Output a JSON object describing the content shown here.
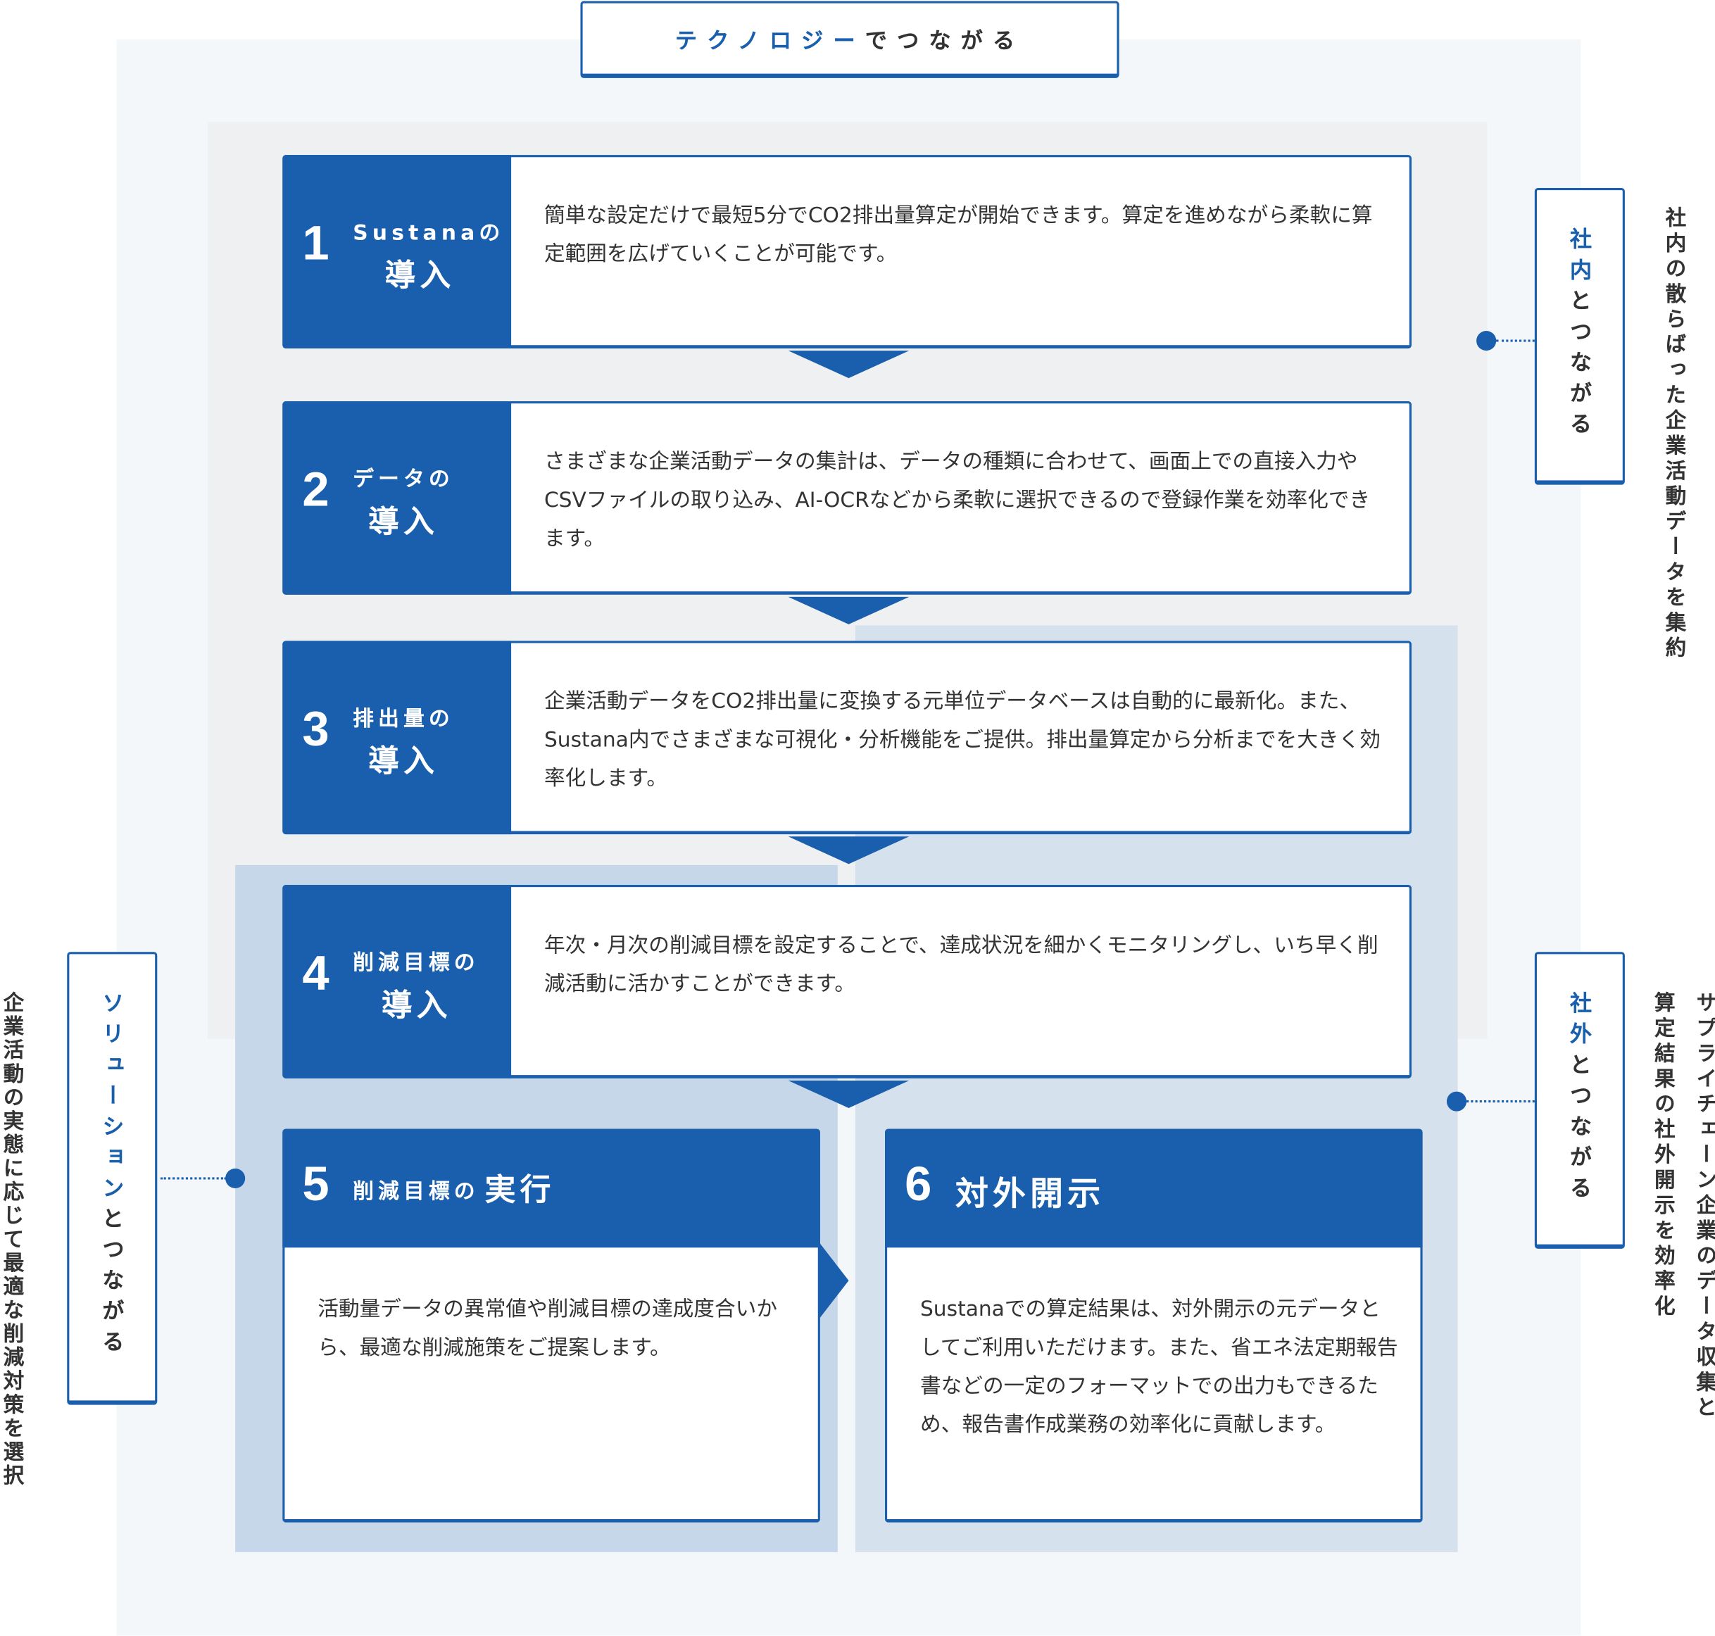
{
  "title": {
    "highlight": "テクノロジー",
    "rest": "でつながる"
  },
  "steps": [
    {
      "number": "1",
      "subtitle": "Sustanaの",
      "title": "導入",
      "text": "簡単な設定だけで最短5分でCO2排出量算定が開始できます。算定を進めながら柔軟に算定範囲を広げていくことが可能です。"
    },
    {
      "number": "2",
      "subtitle": "データの",
      "title": "導入",
      "text": "さまざまな企業活動データの集計は、データの種類に合わせて、画面上での直接入力やCSVファイルの取り込み、AI-OCRなどから柔軟に選択できるので登録作業を効率化できます。"
    },
    {
      "number": "3",
      "subtitle": "排出量の",
      "title": "導入",
      "text": "企業活動データをCO2排出量に変換する元単位データベースは自動的に最新化。また、Sustana内でさまざまな可視化・分析機能をご提供。排出量算定から分析までを大きく効率化します。"
    },
    {
      "number": "4",
      "subtitle": "削減目標の",
      "title": "導入",
      "text": "年次・月次の削減目標を設定することで、達成状況を細かくモニタリングし、いち早く削減活動に活かすことができます。"
    },
    {
      "number": "5",
      "subtitle": "削減目標の",
      "title": "実行",
      "text": "活動量データの異常値や削減目標の達成度合いから、最適な削減施策をご提案します。"
    },
    {
      "number": "6",
      "subtitle": "",
      "title": "対外開示",
      "text": "Sustanaでの算定結果は、対外開示の元データとしてご利用いただけます。また、省エネ法定期報告書などの一定のフォーマットでの出力もできるため、報告書作成業務の効率化に貢献します。"
    }
  ],
  "connections": {
    "internal": {
      "highlight": "社内",
      "rest": "とつながる",
      "note": "社内の散らばった企業活動データを集約"
    },
    "external": {
      "highlight": "社外",
      "rest": "とつながる",
      "note1": "サプライチェーン企業のデータ収集と",
      "note2": "算定結果の社外開示を効率化"
    },
    "solution": {
      "highlight": "ソリューション",
      "rest": "とつながる",
      "note": "企業活動の実態に応じて最適な削減対策を選択"
    }
  },
  "colors": {
    "accent": "#1a5fad",
    "panel_gray": "#eff0f2",
    "panel_blue": "#c6d7ea",
    "background": "#f3f7fa"
  }
}
